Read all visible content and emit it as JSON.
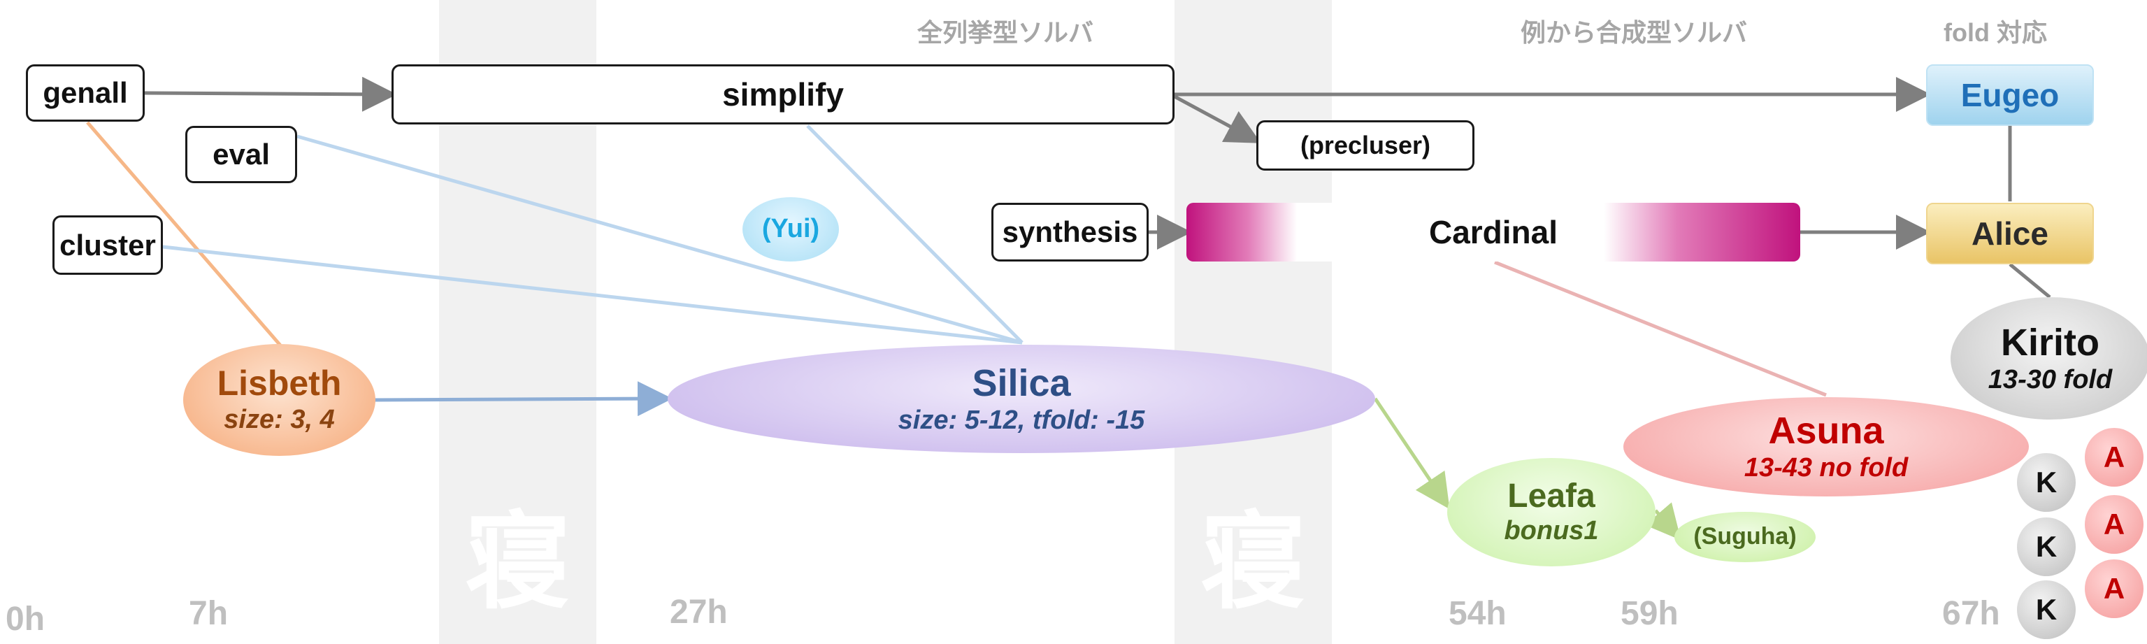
{
  "section_headers": {
    "enum": "全列挙型ソルバ",
    "example": "例から合成型ソルバ",
    "fold": "fold 対応"
  },
  "sleep_glyph": "寝",
  "timeline": [
    "0h",
    "7h",
    "27h",
    "54h",
    "59h",
    "67h"
  ],
  "nodes": {
    "genall": "genall",
    "eval": "eval",
    "cluster": "cluster",
    "simplify": "simplify",
    "precluser": "(precluser)",
    "synthesis": "synthesis",
    "cardinal": "Cardinal",
    "eugeo": "Eugeo",
    "alice": "Alice",
    "yui": "(Yui)",
    "suguha": "(Suguha)"
  },
  "characters": {
    "lisbeth": {
      "name": "Lisbeth",
      "sub": "size: 3, 4"
    },
    "silica": {
      "name": "Silica",
      "sub": "size: 5-12, tfold: -15"
    },
    "leafa": {
      "name": "Leafa",
      "sub": "bonus1"
    },
    "asuna": {
      "name": "Asuna",
      "sub": "13-43 no fold"
    },
    "kirito": {
      "name": "Kirito",
      "sub": "13-30 fold"
    }
  },
  "stack": {
    "k": "K",
    "a": "A"
  },
  "colors": {
    "band": "#f1f1f1",
    "lisbeth": "#f8b48c",
    "silica": "#c9b8ea",
    "leafa": "#d4f5b8",
    "asuna": "#f9a9a9",
    "kirito": "#d0d0d0",
    "cardinal": "#c0127d",
    "eugeo": "#a9d8f0",
    "alice": "#f3d98a",
    "arrow": "#7f7f7f"
  }
}
